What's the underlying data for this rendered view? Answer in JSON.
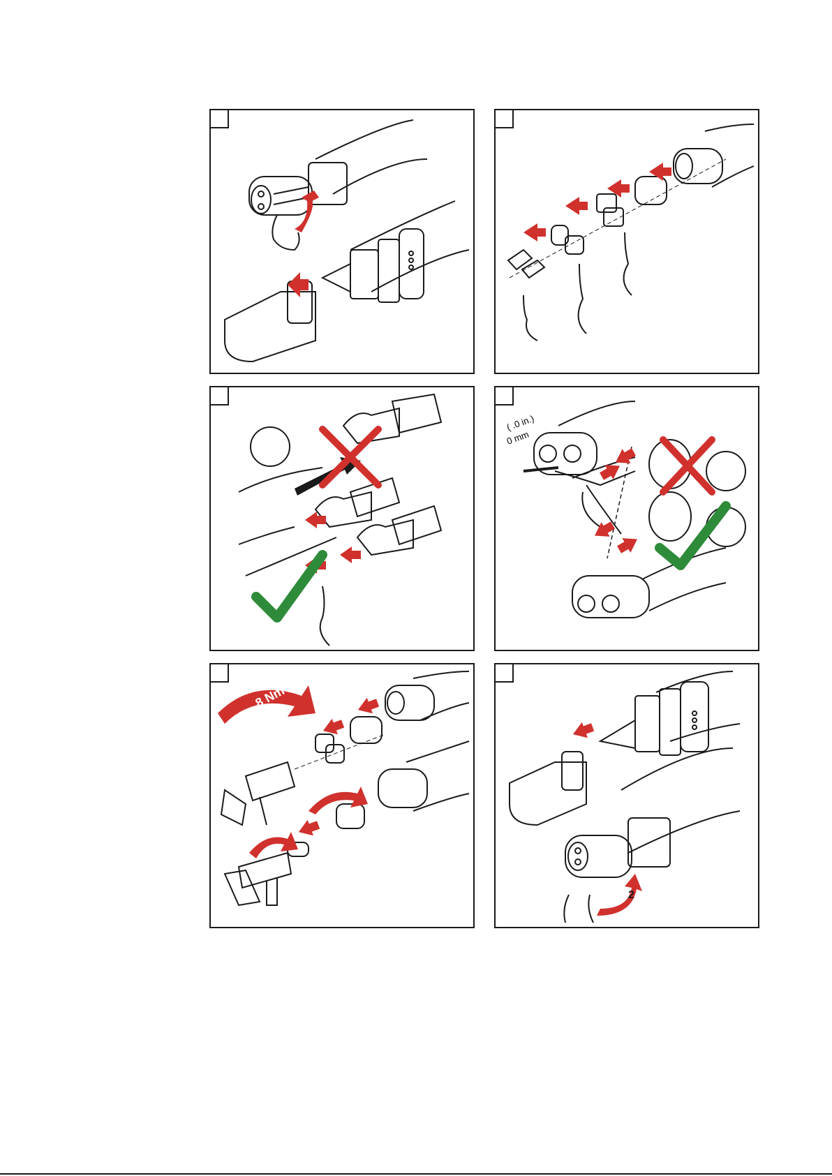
{
  "colors": {
    "arrow": "#d0312d",
    "check": "#2e8b3a",
    "cross": "#d0312d",
    "line": "#1a1a1a"
  },
  "panels": [
    {
      "id": "step-1",
      "labels": []
    },
    {
      "id": "step-2",
      "labels": []
    },
    {
      "id": "step-3",
      "labels": []
    },
    {
      "id": "step-4",
      "labels": [
        "( .0 in.)",
        "0 mm"
      ]
    },
    {
      "id": "step-5",
      "labels": [
        "8 Nm"
      ]
    },
    {
      "id": "step-6",
      "labels": [
        "2"
      ]
    }
  ]
}
